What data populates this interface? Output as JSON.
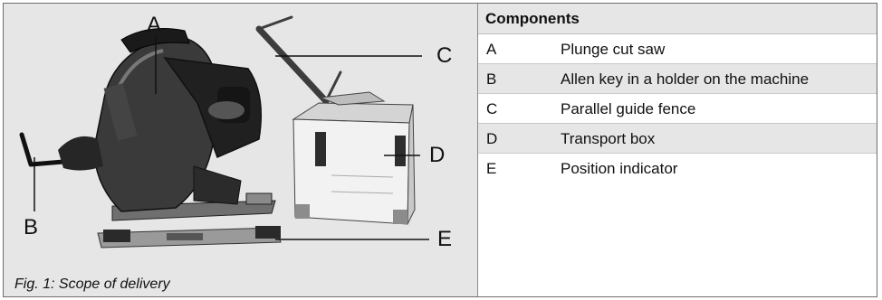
{
  "figure": {
    "caption": "Fig. 1: Scope of delivery",
    "callouts": {
      "a": "A",
      "b": "B",
      "c": "C",
      "d": "D",
      "e": "E"
    }
  },
  "table": {
    "header": "Components",
    "rows": [
      {
        "key": "A",
        "desc": "Plunge cut saw"
      },
      {
        "key": "B",
        "desc": "Allen key in a holder on the machine"
      },
      {
        "key": "C",
        "desc": "Parallel guide fence"
      },
      {
        "key": "D",
        "desc": "Transport box"
      },
      {
        "key": "E",
        "desc": "Position indicator"
      }
    ]
  }
}
